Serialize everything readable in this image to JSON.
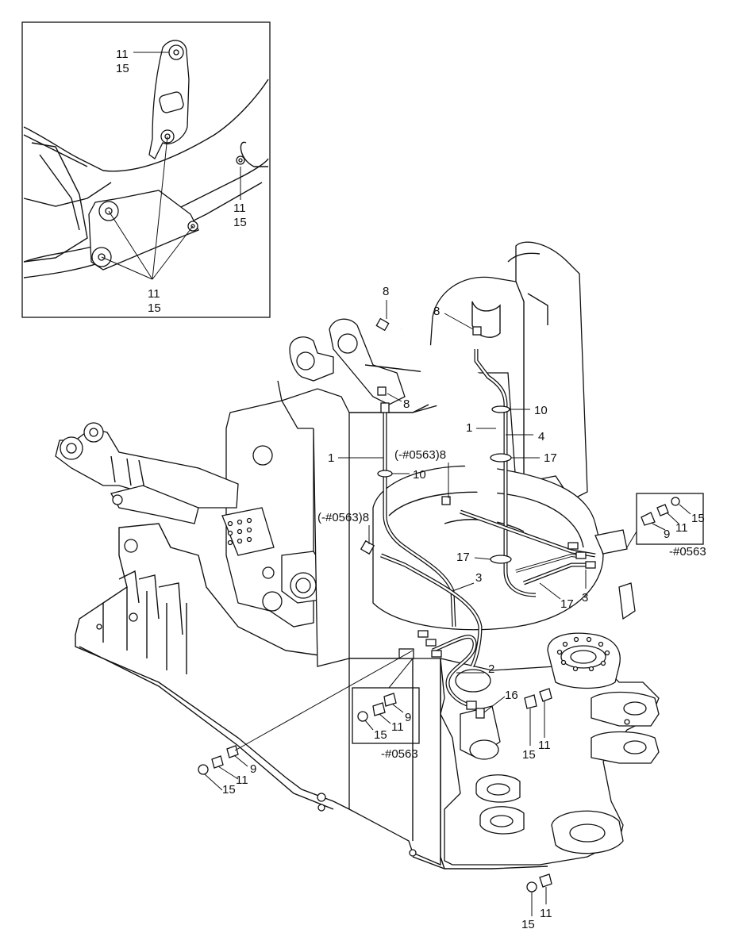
{
  "labels": {
    "n8": "8",
    "n10": "10",
    "n1": "1",
    "n4": "4",
    "n17": "17",
    "n3": "3",
    "n2": "2",
    "n16": "16",
    "n11": "11",
    "n15": "15",
    "n9": "9",
    "serial_upto": "(-#0563)",
    "serial_upto_8": "(-#0563)8",
    "serial_from": "-#0563"
  }
}
